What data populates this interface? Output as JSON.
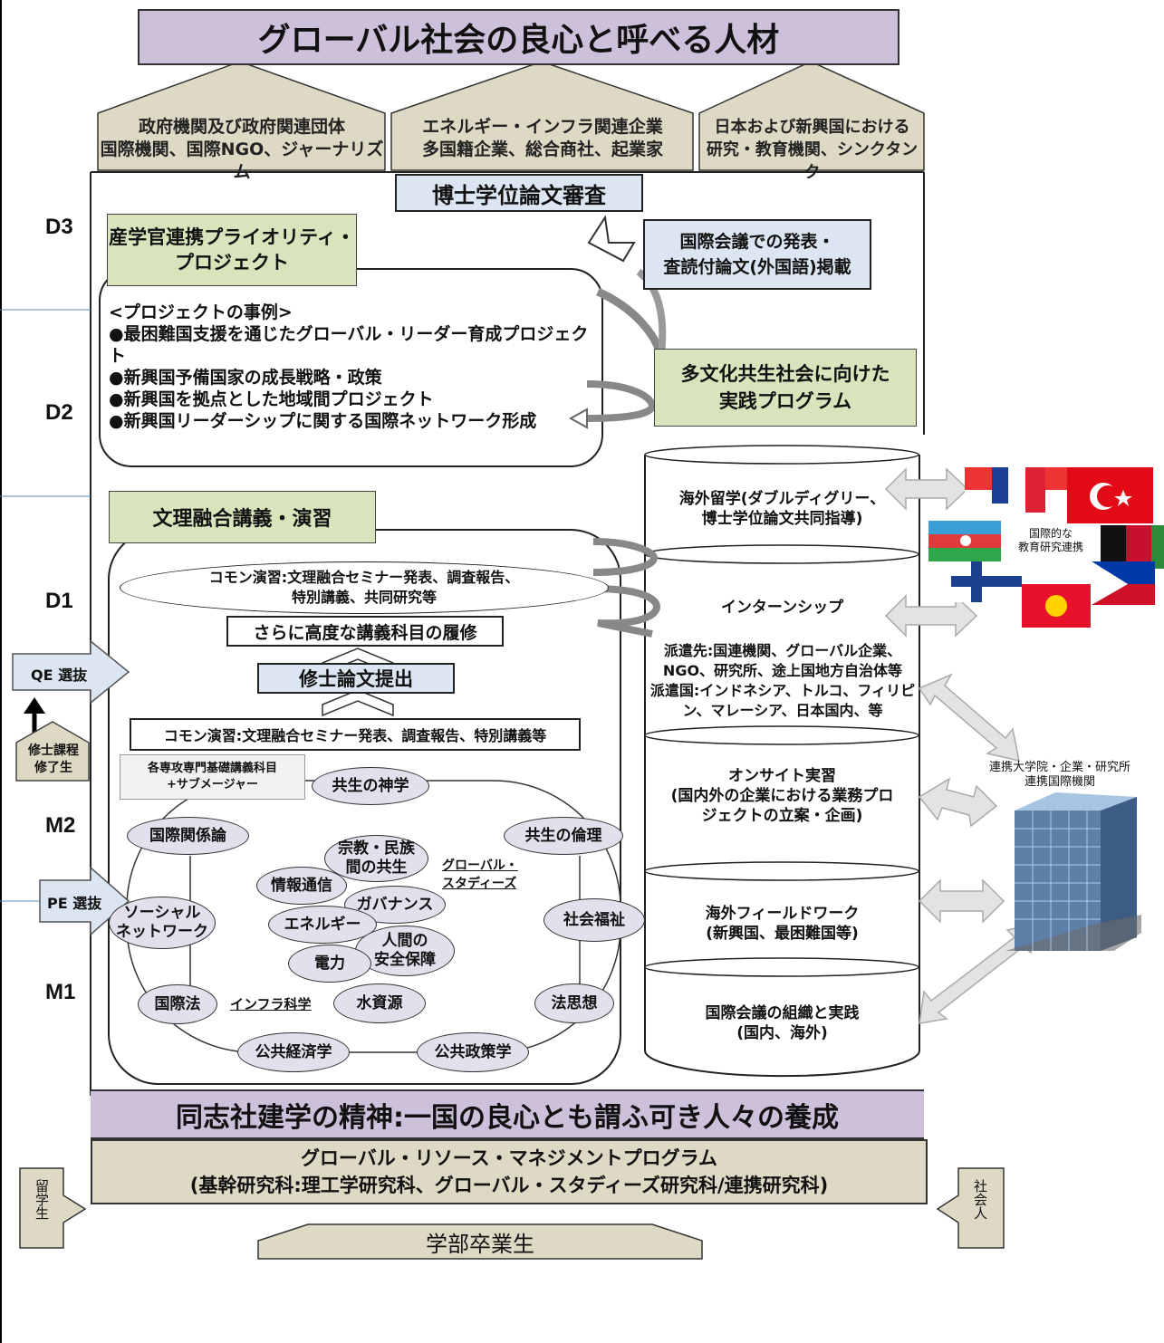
{
  "title": "グローバル社会の良心と呼べる人材",
  "careers": [
    {
      "line1": "政府機関及び政府関連団体",
      "line2": "国際機関、国際NGO、ジャーナリズム"
    },
    {
      "line1": "エネルギー・インフラ関連企業",
      "line2": "多国籍企業、総合商社、起業家"
    },
    {
      "line1": "日本および新興国における",
      "line2": "研究・教育機関、シンクタンク"
    }
  ],
  "years": {
    "d3": "D3",
    "d2": "D2",
    "d1": "D1",
    "m2": "M2",
    "m1": "M1"
  },
  "dissertation": "博士学位論文審査",
  "intl_pub": {
    "line1": "国際会議での発表・",
    "line2": "査読付論文(外国語)掲載"
  },
  "priority_project": {
    "line1": "産学官連携プライオリティ・",
    "line2": "プロジェクト"
  },
  "project_examples": [
    "<プロジェクトの事例>",
    "●最困難国支援を通じたグローバル・リーダー育成プロジェクト",
    "●新興国予備国家の成長戦略・政策",
    "●新興国を拠点とした地域間プロジェクト",
    "●新興国リーダーシップに関する国際ネットワーク形成"
  ],
  "multicultural": {
    "line1": "多文化共生社会に向けた",
    "line2": "実践プログラム"
  },
  "bunri": "文理融合講義・演習",
  "common_seminar_d": {
    "line1": "コモン演習:文理融合セミナー発表、調査報告、",
    "line2": "特別講義、共同研究等"
  },
  "advanced_courses": "さらに高度な講義科目の履修",
  "masters_thesis": "修士論文提出",
  "common_seminar_m": "コモン演習:文理融合セミナー発表、調査報告、特別講義等",
  "basic_courses": {
    "line1": "各専攻専門基礎講義科目",
    "line2": "+サブメージャー"
  },
  "qe": "QE 選抜",
  "pe": "PE 選抜",
  "masters_complete": {
    "line1": "修士課程",
    "line2": "修了生"
  },
  "subjects": {
    "kyosei_shingaku": "共生の神学",
    "kokusai_kankei": "国際関係論",
    "kyosei_rinri": "共生の倫理",
    "shukyo": "宗教・民族間の共生",
    "shukyo_l1": "宗教・民族",
    "shukyo_l2": "間の共生",
    "global_studies_l1": "グローバル・",
    "global_studies_l2": "スタディーズ",
    "joho": "情報通信",
    "governance": "ガバナンス",
    "social_l1": "ソーシャル",
    "social_l2": "ネットワーク",
    "energy": "エネルギー",
    "ningen_l1": "人間の",
    "ningen_l2": "安全保障",
    "shakai_fukushi": "社会福祉",
    "denryoku": "電力",
    "kokusaiho": "国際法",
    "infra": "インフラ科学",
    "mizu": "水資源",
    "hoshiso": "法思想",
    "keizai": "公共経済学",
    "seisaku": "公共政策学"
  },
  "programs": [
    {
      "line1": "海外留学(ダブルディグリー、",
      "line2": "博士学位論文共同指導)"
    },
    {
      "line1": "インターンシップ"
    },
    {
      "line1": "派遣先:国連機関、グローバル企業、",
      "line2": "NGO、研究所、途上国地方自治体等",
      "line3": "派遣国:インドネシア、トルコ、フィリピ",
      "line4": "ン、マレーシア、日本国内、等"
    },
    {
      "line1": "オンサイト実習",
      "line2": "(国内外の企業における業務プロ",
      "line3": "ジェクトの立案・企画)"
    },
    {
      "line1": "海外フィールドワーク",
      "line2": "(新興国、最困難国等)"
    },
    {
      "line1": "国際会議の組織と実践",
      "line2": "(国内、海外)"
    }
  ],
  "intl_collab": {
    "line1": "国際的な",
    "line2": "教育研究連携"
  },
  "partners": {
    "line1": "連携大学院・企業・研究所",
    "line2": "連携国際機関"
  },
  "spirit": "同志社建学の精神:一国の良心とも謂ふ可き人々の養成",
  "program_name": {
    "line1": "グローバル・リソース・マネジメントプログラム",
    "line2": "(基幹研究科:理工学研究科、グローバル・スタディーズ研究科/連携研究科)"
  },
  "intl_students": "留学生",
  "working": "社会人",
  "undergrad": "学部卒業生",
  "colors": {
    "lavender": "#ccc0da",
    "scroll_green": "#d8e4bc",
    "blue_box": "#dce6f2",
    "base_tan": "#ddd9c4",
    "ellipse": "#e4dfec"
  }
}
